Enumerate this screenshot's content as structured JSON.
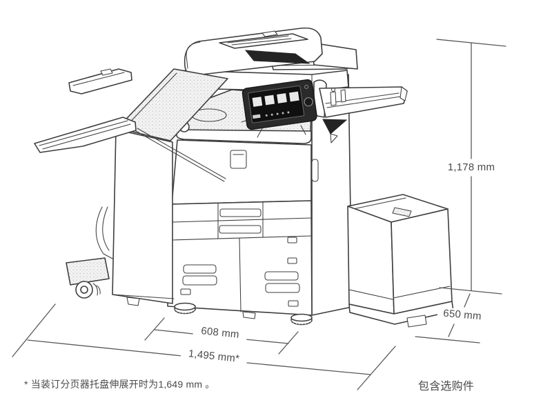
{
  "diagram": {
    "illustration": "multifunction-printer-with-finisher-and-large-capacity-tray",
    "dimension_labels": {
      "height": "1,178 mm",
      "depth": "650 mm",
      "body_width": "608 mm",
      "overall_width": "1,495 mm*"
    },
    "footnote": "* 当装订分页器托盘伸展开时为1,649 mm 。",
    "options_note": "包含选购件"
  },
  "colors": {
    "background": "#ffffff",
    "line": "#3d3d3d",
    "dim_line": "#585858",
    "text": "#4a4a4a",
    "dark_fill": "#242424"
  }
}
